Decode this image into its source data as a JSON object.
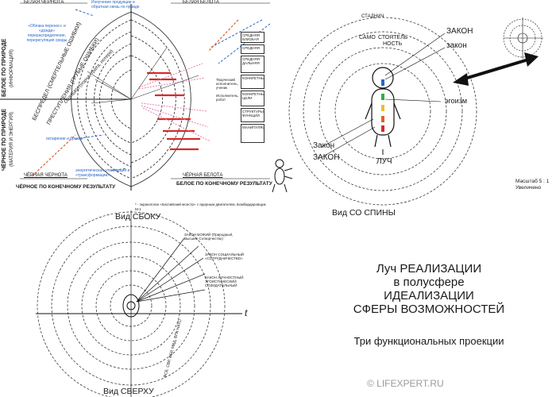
{
  "top_left": {
    "labels": {
      "white_black": "БЕЛАЯ ЧЕРНОТА",
      "white_white": "БЕЛАЯ БЕЛОТА",
      "black_black": "ЧЁРНАЯ ЧЕРНОТА",
      "black_white": "ЧЁРНАЯ БЕЛОТА",
      "white_by_nature": "БЕЛОЕ ПО ПРИРОДЕ",
      "information_sub": "(ИНФОРМАЦИЯ)",
      "black_by_nature": "ЧЁРНОЕ ПО ПРИРОДЕ",
      "matter_energy_sub": "(МАТЕРИЯ И ЭНЕРГИЯ)",
      "white_by_result": "БЕЛОЕ ПО КОНЕЧНОМУ РЕЗУЛЬТАТУ",
      "black_by_result": "ЧЁРНОЕ ПО КОНЕЧНОМУ РЕЗУЛЬТАТУ"
    },
    "blue_notes": {
      "n1": "«Облака перенос» и «дожди» перераспределение, перерегуляция среды",
      "n2": "Излучение продукции и обратная связь по правде",
      "n3": "испарение и брызги",
      "n4": "энергетическая утилизация и «трансформации»"
    },
    "ring_words": {
      "r1": "БЕСПРЕДЕЛ (СМЕРТЕЛЬНЫЕ ОШИБКИ)",
      "r2": "ПРЕСТУПЛЕНИЯ (ГРУБЫЕ ОШИБКИ)",
      "r3": "ОШИБКИ (порча, трата, потеря)"
    },
    "boxes": [
      "СРЕДНЯЯ БЛИЗКАЯ",
      "СРЕДНЯЯ",
      "СРЕДНЯЯ ДАЛЬНЯЯ",
      "КОНКРЕТНЫЕ",
      "КОНКРЕТНЫЕ ЦЕЛИ",
      "СТРУКТУРЫ ФУНКЦИЙ",
      "МАНИПУЛЯЦИИ"
    ],
    "mid_notes": [
      "Творческий исполнитель, ученик",
      "Исполнитель, робот"
    ]
  },
  "top_right": {
    "top_words": [
      "СТАДНИЧ",
      "САМО",
      "СТОЯТЕЛЬ",
      "НОСТЬ"
    ],
    "zakon_big": "ЗАКОН",
    "zakon_small": "закон",
    "egoism": "эгоизм",
    "zakon_left1": "Закон",
    "zakon_left2": "ЗАКОН",
    "ray": "ЛУЧ",
    "scale": "Масштаб 5 : 1",
    "enlarged": "Увеличено",
    "view_back": "Вид СО СПИНЫ"
  },
  "bottom_left": {
    "view_side": "Вид СБОКУ",
    "view_top": "Вид СВЕРХУ",
    "footnote": "* - экраноплан «Каспийский монстр» с ядерным двигателем, Бомбардировщик М-1",
    "t_axis": "t",
    "laws": [
      "ЗАКОН БОЖИЙ (Природный, Высшее Сотворчество)",
      "ЗАКОН СОЦИАЛЬНЫЙ «СОТРУДНИЧЕСТВО»",
      "ЗАКОН ЛИЧНОСТНЫЙ ЭГОИСТИЧЕСКИЙ СОЗИДАТЕЛЬНЫЙ"
    ],
    "bottom_rotated": "ФСБ, СВР, ФБР, МВД, ВПК НАТО"
  },
  "title": {
    "line1": "Луч РЕАЛИЗАЦИИ",
    "line2": "в полусфере",
    "line3": "ИДЕАЛИЗАЦИИ",
    "line4": "СФЕРЫ ВОЗМОЖНОСТЕЙ",
    "subtitle": "Три функциональных проекции"
  },
  "watermark": "© LIFEXPERT.RU",
  "colors": {
    "red": "#d62a2a",
    "blue": "#2a66c9",
    "pink": "#e27fb0",
    "black": "#111111",
    "gray": "#9a9a9a"
  }
}
